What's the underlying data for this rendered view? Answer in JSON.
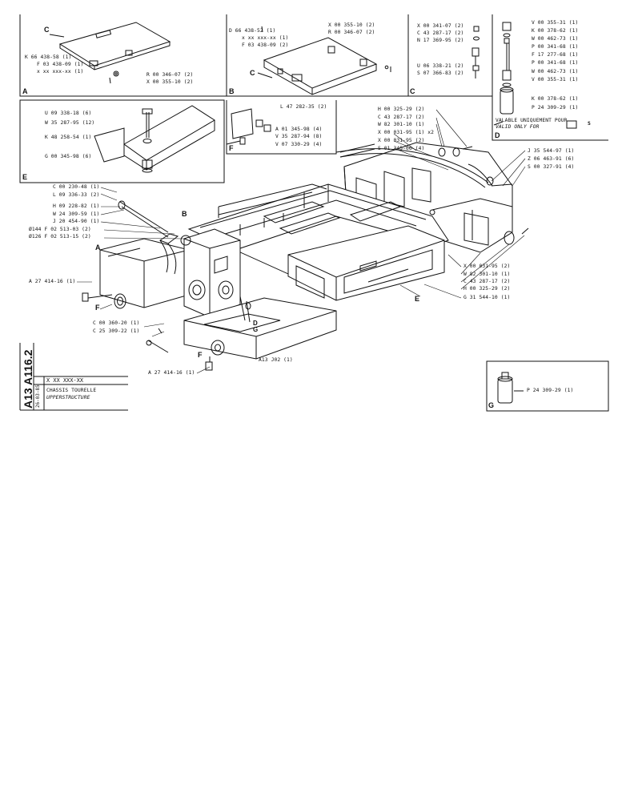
{
  "panel_letters": {
    "a": "A",
    "b": "B",
    "c": "C",
    "d": "D",
    "e": "E",
    "f": "F",
    "g": "G"
  },
  "main_letters": {
    "a": "A",
    "b": "B",
    "e": "E",
    "f1": "F",
    "f2": "F",
    "dg": "D G"
  },
  "callout_c": {
    "a": "C",
    "b": "C"
  },
  "panel_a": [
    "K 66 438-58 (1)",
    "F 03 438-09 (1)",
    "x xx xxx-xx (1)",
    "R 00 346-07 (2)",
    "X 00 355-10 (2)"
  ],
  "panel_b": [
    "D 66 438-52 (1)",
    "x xx xxx-xx (1)",
    "F 03 438-09 (2)",
    "X 00 355-10 (2)",
    "R 00 346-07 (2)"
  ],
  "panel_c": [
    "X 00 341-07 (2)",
    "C 43 287-17 (2)",
    "N 17 369-95 (2)",
    "U 06 338-21 (2)",
    "S 07 366-83 (2)"
  ],
  "panel_d": [
    "V 00 355-31 (1)",
    "K 00 378-62 (1)",
    "W 00 462-73 (1)",
    "P 00 341-68 (1)",
    "F 17 277-68 (1)",
    "P 00 341-68 (1)",
    "W 00 462-73 (1)",
    "V 00 355-31 (1)",
    "K 00 378-62 (1)",
    "P 24 309-29 (1)"
  ],
  "panel_d_note": {
    "line1": "VALABLE UNIQUEMENT POUR",
    "line2": "VALID ONLY FOR",
    "marker": "S"
  },
  "panel_e": [
    "U 09 338-18 (6)",
    "W 35 287-95 (12)",
    "K 48 258-54 (1)",
    "G 00 345-98 (6)"
  ],
  "panel_f": [
    "L 47 282-35 (2)",
    "A 01 345-98 (4)",
    "V 35 287-94 (8)",
    "V 07 330-29 (4)"
  ],
  "panel_g": [
    "P 24 309-29 (1)"
  ],
  "main_left": [
    "C 00 230-48 (1)",
    "L 09 336-33 (2)",
    "H 09 228-82 (1)",
    "W 24 309-59 (1)",
    "J 20 454-90 (1)",
    "Ø144  F 02 513-03 (2)",
    "Ø126  F 02 513-15 (2)"
  ],
  "main_right_top": [
    "H 00 325-29 (2)",
    "C 43 287-17 (2)",
    "W 82 301-10 (1)",
    "X 00 031-95 (1) x2",
    "X 00 031-95 (2)",
    "S 01 345-66 (4)"
  ],
  "main_right_mid": [
    "J 35 544-97 (1)",
    "Z 06 463-91 (6)",
    "S 00 327-91 (4)"
  ],
  "main_right_low": [
    "X 00 031-95 (2)",
    "W 82 301-10 (1)",
    "C 43 287-17 (2)",
    "H 00 325-29 (2)",
    "G 31 544-10 (1)"
  ],
  "main_bottom": {
    "a27_left": "A 27 414-16 (1)",
    "c360": "C 00 360-20 (1)",
    "c25": "C 25 309-22 (1)",
    "a27_bottom": "A 27 414-16 (1)",
    "a13": "A13  J02 (1)"
  },
  "title_block": {
    "sheet_id": "A13 A116.2",
    "ref": "X XX XXX-XX",
    "date": "26-03-85",
    "fr": "CHASSIS TOURELLE",
    "en": "UPPERSTRUCTURE"
  }
}
